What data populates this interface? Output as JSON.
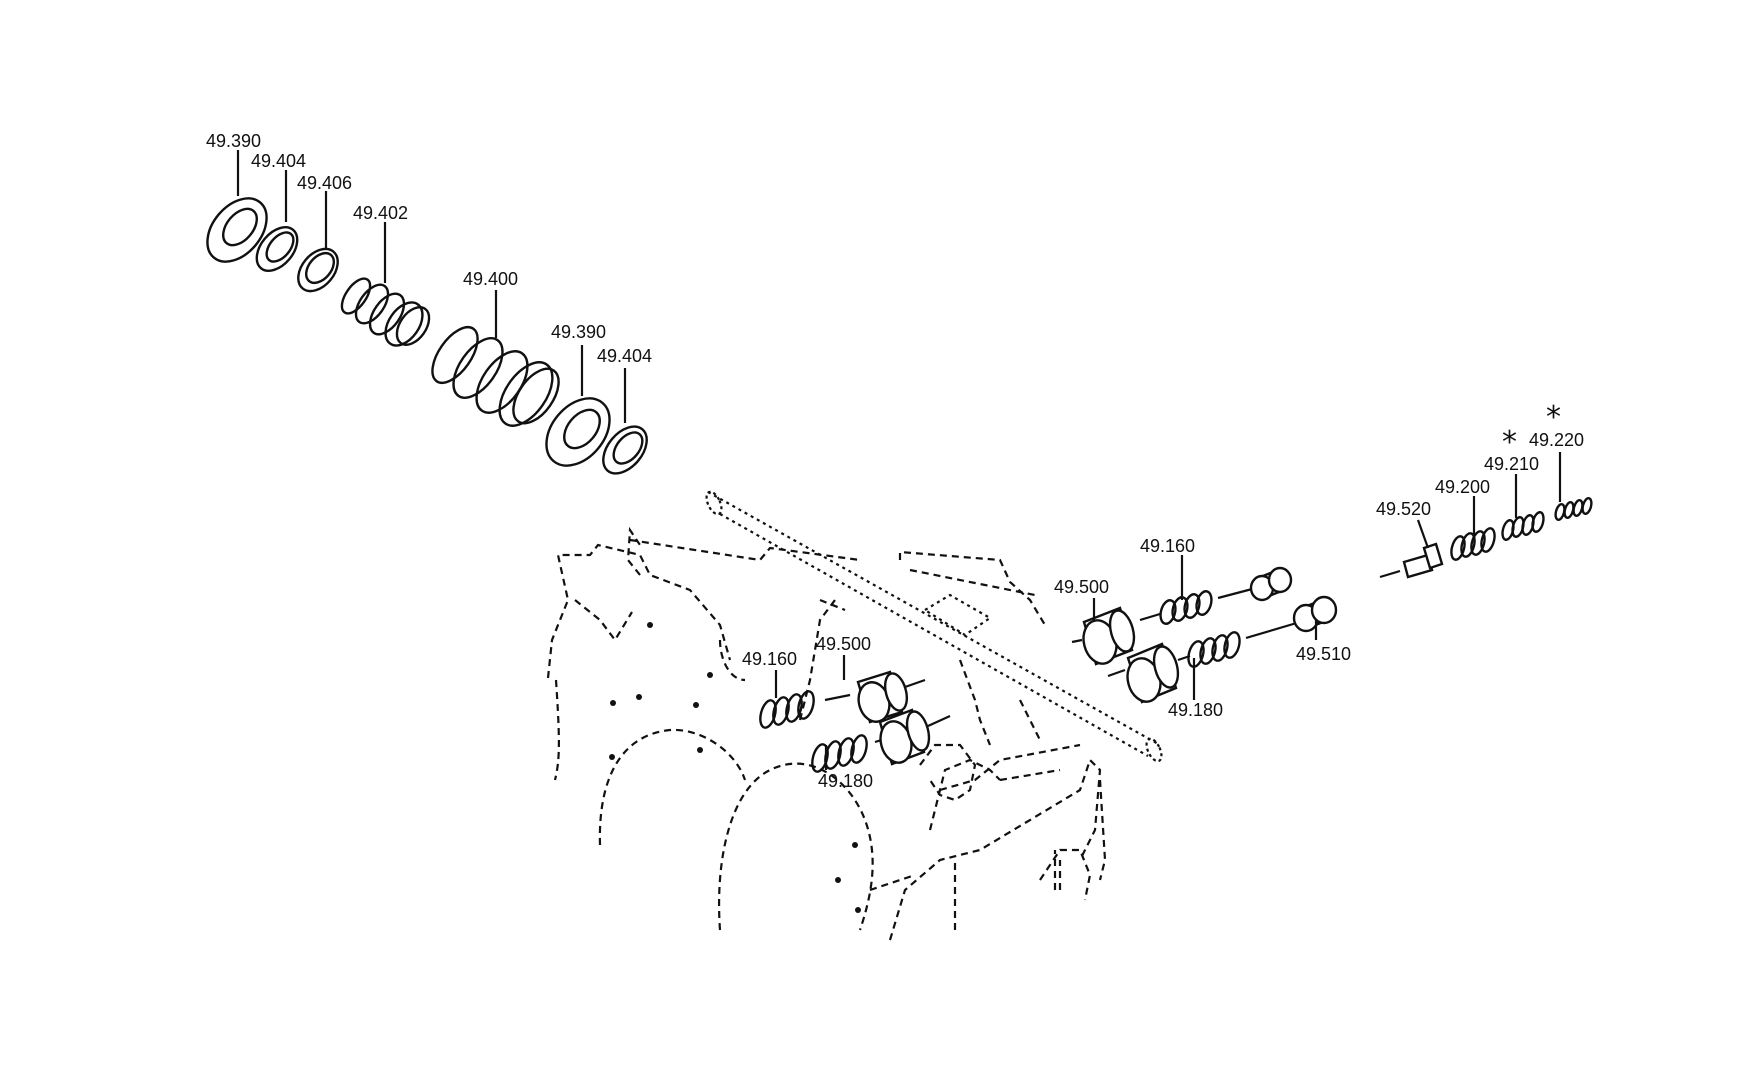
{
  "labels": {
    "l_49_390_a": "49.390",
    "l_49_404_a": "49.404",
    "l_49_406": "49.406",
    "l_49_402": "49.402",
    "l_49_400": "49.400",
    "l_49_390_b": "49.390",
    "l_49_404_b": "49.404",
    "l_49_160_a": "49.160",
    "l_49_500_a": "49.500",
    "l_49_160_b": "49.160",
    "l_49_500_b": "49.500",
    "l_49_180_a": "49.180",
    "l_49_180_b": "49.180",
    "l_49_510": "49.510",
    "l_49_520": "49.520",
    "l_49_200": "49.200",
    "l_49_210": "49.210",
    "l_49_220": "49.220"
  },
  "markers": {
    "star_210": "*",
    "star_220": "*"
  }
}
